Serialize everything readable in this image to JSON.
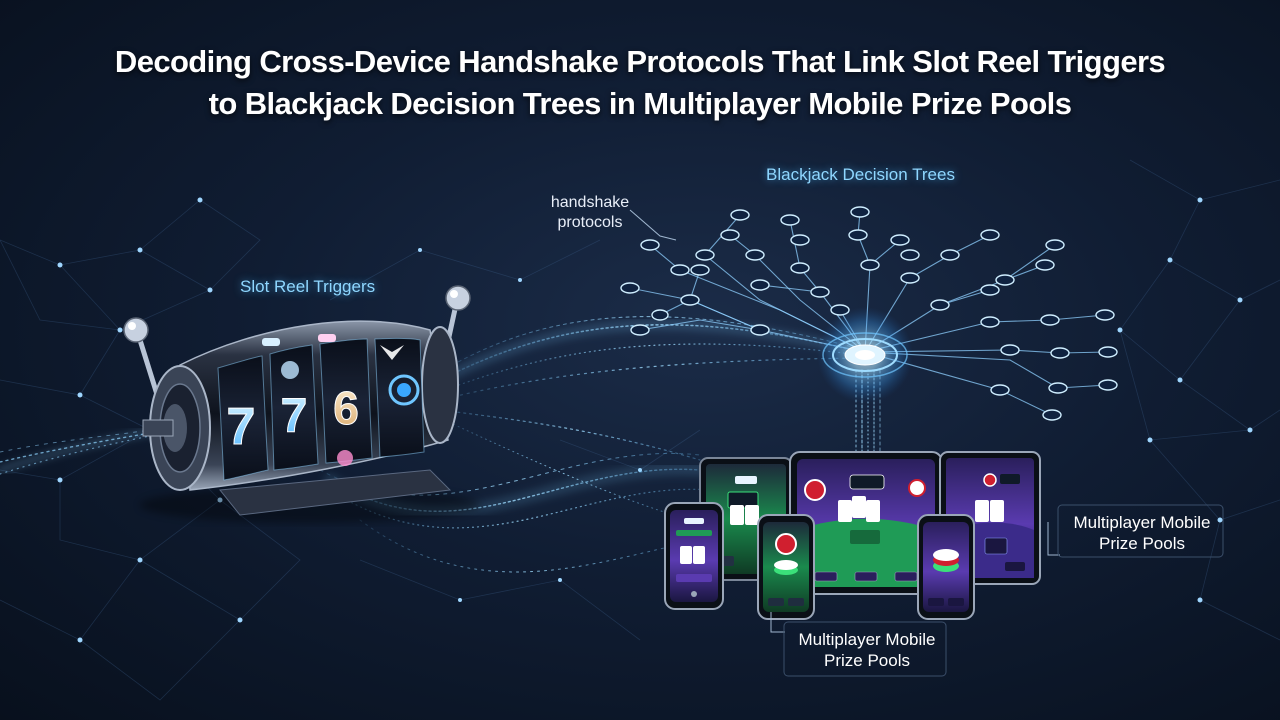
{
  "header": {
    "title_line1": "Decoding Cross-Device Handshake Protocols That Link Slot Reel Triggers",
    "title_line2": "to Blackjack Decision Trees in Multiplayer Mobile Prize Pools"
  },
  "labels": {
    "slot_reel_triggers": "Slot Reel Triggers",
    "handshake_line1": "handshake",
    "handshake_line2": "protocols",
    "decision_trees": "Blackjack Decision Trees",
    "prize_pools_right_line1": "Multiplayer Mobile",
    "prize_pools_right_line2": "Prize Pools",
    "prize_pools_bottom_line1": "Multiplayer Mobile",
    "prize_pools_bottom_line2": "Prize Pools"
  },
  "slot_machine": {
    "reel_symbols": [
      "7",
      "7",
      "6"
    ],
    "glyph_icons": [
      "chip-icon",
      "seven-symbol",
      "seven-symbol",
      "six-symbol",
      "star-icon",
      "lever-icon"
    ]
  },
  "colors": {
    "background": "#0e1a2e",
    "accent_glow": "#7fd3ff",
    "table_felt": "#1f9b56",
    "purple_accent": "#6a3fc8",
    "card_red": "#d01f2f"
  }
}
